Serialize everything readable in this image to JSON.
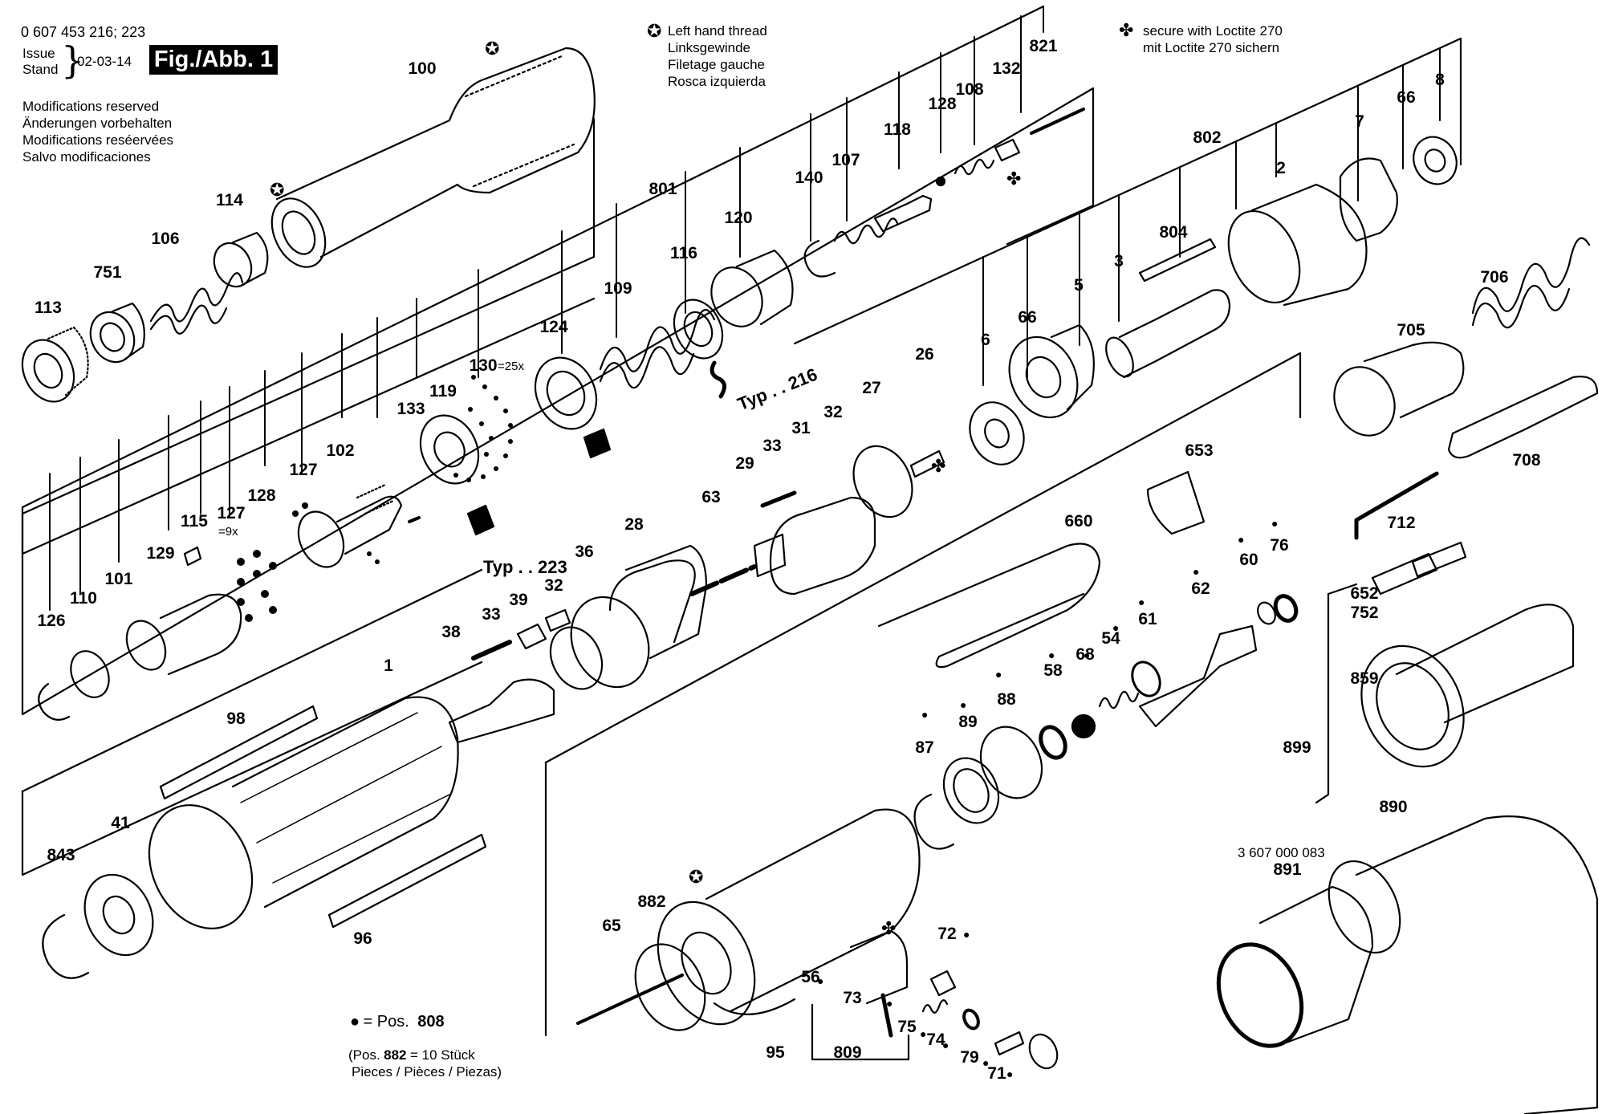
{
  "header": {
    "part_number": "0 607 453 216; 223",
    "issue_label": "Issue",
    "stand_label": "Stand",
    "issue_date": "02-03-14",
    "figure": "Fig./Abb. 1",
    "modifications": [
      "Modifications reserved",
      "Änderungen vorbehalten",
      "Modifications reséervées",
      "Salvo modificaciones"
    ]
  },
  "legend_left_thread": [
    "Left hand thread",
    "Linksgewinde",
    "Filetage gauche",
    "Rosca izquierda"
  ],
  "legend_loctite": [
    "secure with Loctite 270",
    "mit Loctite 270 sichern"
  ],
  "footer": {
    "dot_equals": "= Pos.",
    "dot_pos": "808",
    "note_line1_a": "(Pos.",
    "note_line1_b": "882",
    "note_line1_c": "= 10 Stück",
    "note_line2": "Pieces / Pièces / Piezas)"
  },
  "typ_labels": {
    "typ216": "Typ . . 216",
    "typ223": "Typ . . 223"
  },
  "kit_number": "3 607 000 083",
  "multipliers": {
    "m130": "=25x",
    "m127": "=9x"
  },
  "colors": {
    "ink": "#000000",
    "paper": "#ffffff"
  },
  "part_labels": {
    "p100": "100",
    "p113": "113",
    "p751": "751",
    "p106": "106",
    "p114": "114",
    "p801": "801",
    "p124": "124",
    "p109": "109",
    "p116": "116",
    "p120": "120",
    "p140": "140",
    "p107": "107",
    "p118": "118",
    "p128a": "128",
    "p108": "108",
    "p132": "132",
    "p821": "821",
    "p130": "130",
    "p133": "133",
    "p119": "119",
    "p102": "102",
    "p127a": "127",
    "p128b": "128",
    "p127b": "127",
    "p115": "115",
    "p129": "129",
    "p101": "101",
    "p110": "110",
    "p126": "126",
    "p802": "802",
    "p2": "2",
    "p7": "7",
    "p66a": "66",
    "p8": "8",
    "p804": "804",
    "p3": "3",
    "p5": "5",
    "p66b": "66",
    "p6": "6",
    "p706": "706",
    "p705": "705",
    "p708": "708",
    "p26": "26",
    "p27": "27",
    "p31": "31",
    "p32a": "32",
    "p33a": "33",
    "p29": "29",
    "p63": "63",
    "p28": "28",
    "p36": "36",
    "p39": "39",
    "p32b": "32",
    "p33b": "33",
    "p38": "38",
    "p1": "1",
    "p98": "98",
    "p41": "41",
    "p843": "843",
    "p96": "96",
    "p653": "653",
    "p660": "660",
    "p712": "712",
    "p652": "652",
    "p752": "752",
    "p76": "76",
    "p60": "60",
    "p62": "62",
    "p61": "61",
    "p54": "54",
    "p68": "68",
    "p58": "58",
    "p88": "88",
    "p89": "89",
    "p87": "87",
    "p859": "859",
    "p899": "899",
    "p890": "890",
    "p891": "891",
    "p882": "882",
    "p65": "65",
    "p56": "56",
    "p73": "73",
    "p72": "72",
    "p75": "75",
    "p74": "74",
    "p79": "79",
    "p71": "71",
    "p809": "809",
    "p95": "95"
  }
}
